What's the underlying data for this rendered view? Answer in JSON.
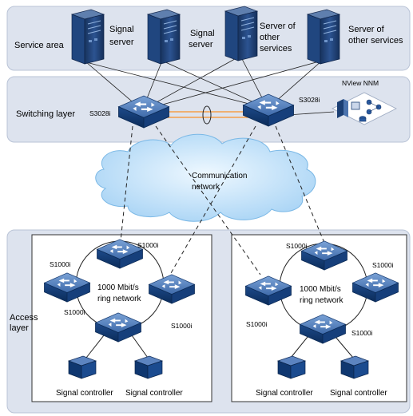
{
  "layers": {
    "service": "Service area",
    "switching": "Switching layer",
    "access_line1": "Access",
    "access_line2": "layer"
  },
  "servers": [
    {
      "line1": "Signal",
      "line2": "server"
    },
    {
      "line1": "Signal",
      "line2": "server"
    },
    {
      "line1": "Server of",
      "line2": "other",
      "line3": "services"
    },
    {
      "line1": "Server of",
      "line2": "other services"
    }
  ],
  "core_switches": {
    "left": "S3028i",
    "right": "S3028i"
  },
  "nms": "NView NNM",
  "cloud": {
    "line1": "Communication",
    "line2": "network"
  },
  "rings": [
    {
      "top": "S1000i",
      "left": "S1000i",
      "right": "S1000i",
      "bottom": "S1000i",
      "center_line1": "1000 Mbit/s",
      "center_line2": "ring network"
    },
    {
      "top": "S1000i",
      "left": "S1000i",
      "right": "S1000i",
      "bottom": "S1000i",
      "center_line1": "1000 Mbit/s",
      "center_line2": "ring network"
    }
  ],
  "controllers": [
    "Signal controller",
    "Signal controller",
    "Signal controller",
    "Signal controller"
  ],
  "icons": {
    "server": "server-tower-icon",
    "switch": "network-switch-icon",
    "controller": "signal-controller-icon",
    "nms": "workstation-icon",
    "cloud": "cloud-icon"
  },
  "colors": {
    "panel_fill": "#dde3ee",
    "panel_stroke": "#b9c3d6",
    "device_dark": "#0e3a73",
    "device_top": "#5b86c2",
    "aggregation_link": "#f5a04a",
    "cloud_fill": "#cfe8fb"
  }
}
